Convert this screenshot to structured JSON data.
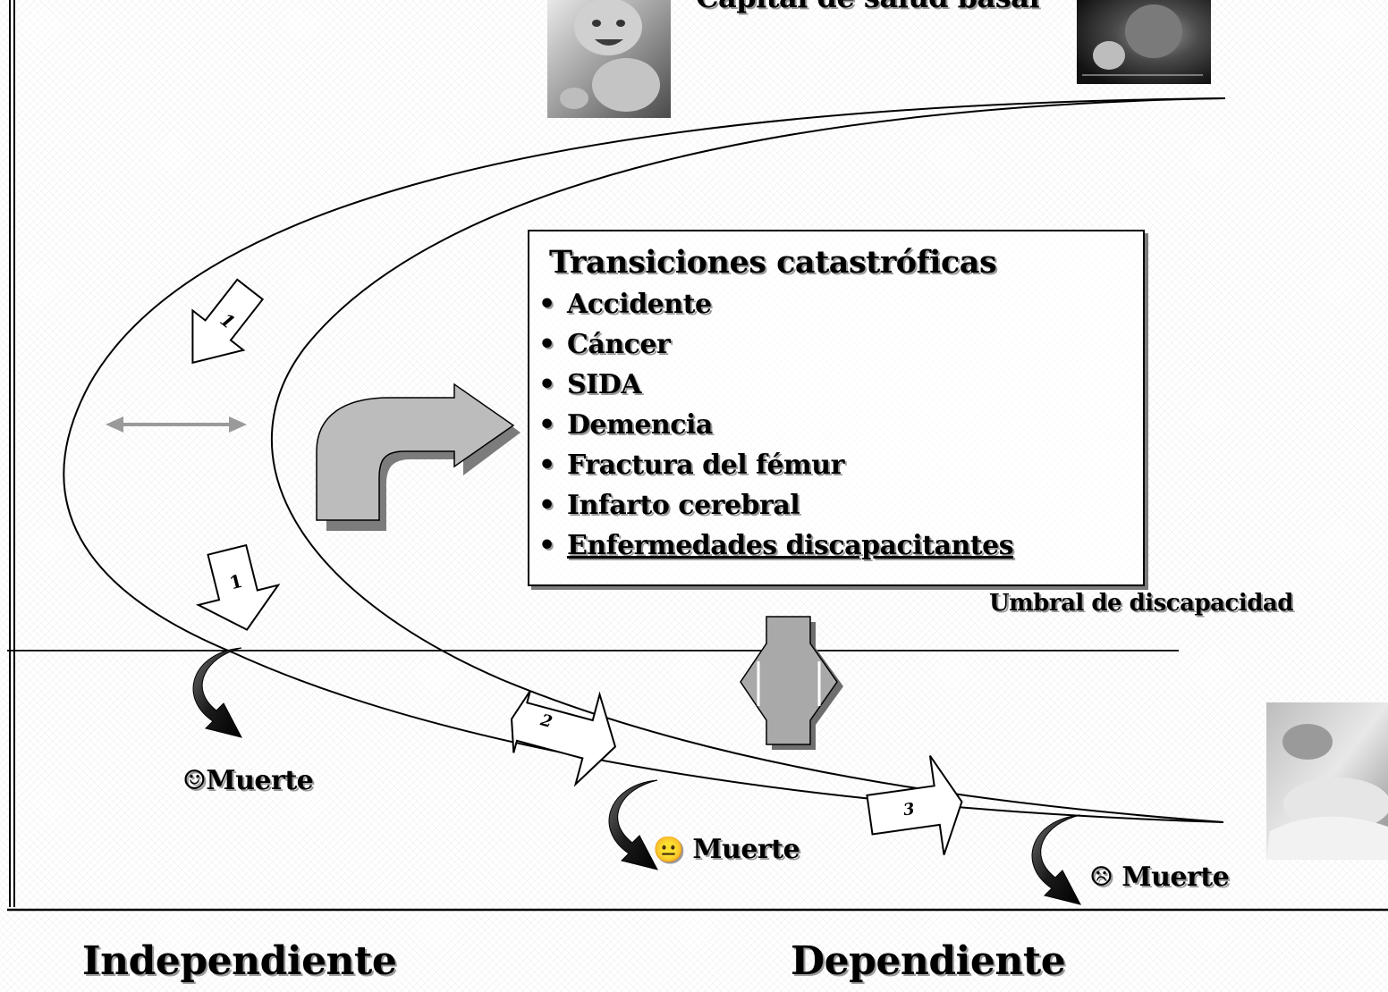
{
  "header": {
    "caption": "Capital de salud basal"
  },
  "transitions_box": {
    "title": "Transiciones catastróficas",
    "items": [
      {
        "label": "Accidente",
        "underlined": false
      },
      {
        "label": "Cáncer",
        "underlined": false
      },
      {
        "label": "SIDA",
        "underlined": false
      },
      {
        "label": "Demencia",
        "underlined": false
      },
      {
        "label": "Fractura del fémur",
        "underlined": false
      },
      {
        "label": "Infarto cerebral",
        "underlined": false
      },
      {
        "label": "Enfermedades discapacitantes",
        "underlined": true
      }
    ]
  },
  "threshold_label": "Umbral de discapacidad",
  "arrows": {
    "upper_marker": "1",
    "lower_marker": "1",
    "marker_two": "2",
    "marker_three": "3"
  },
  "deaths": [
    {
      "emoji": "☺",
      "label": "Muerte"
    },
    {
      "emoji": "😐",
      "label": "Muerte"
    },
    {
      "emoji": "☹",
      "label": "Muerte"
    }
  ],
  "axis": {
    "left_label": "Independiente",
    "right_label": "Dependiente"
  },
  "colors": {
    "curve": "#000000",
    "gray_arrow": "#b8b8b8",
    "dark_arrow": "#1a1a1a",
    "shadow": "#9a9a9a"
  }
}
